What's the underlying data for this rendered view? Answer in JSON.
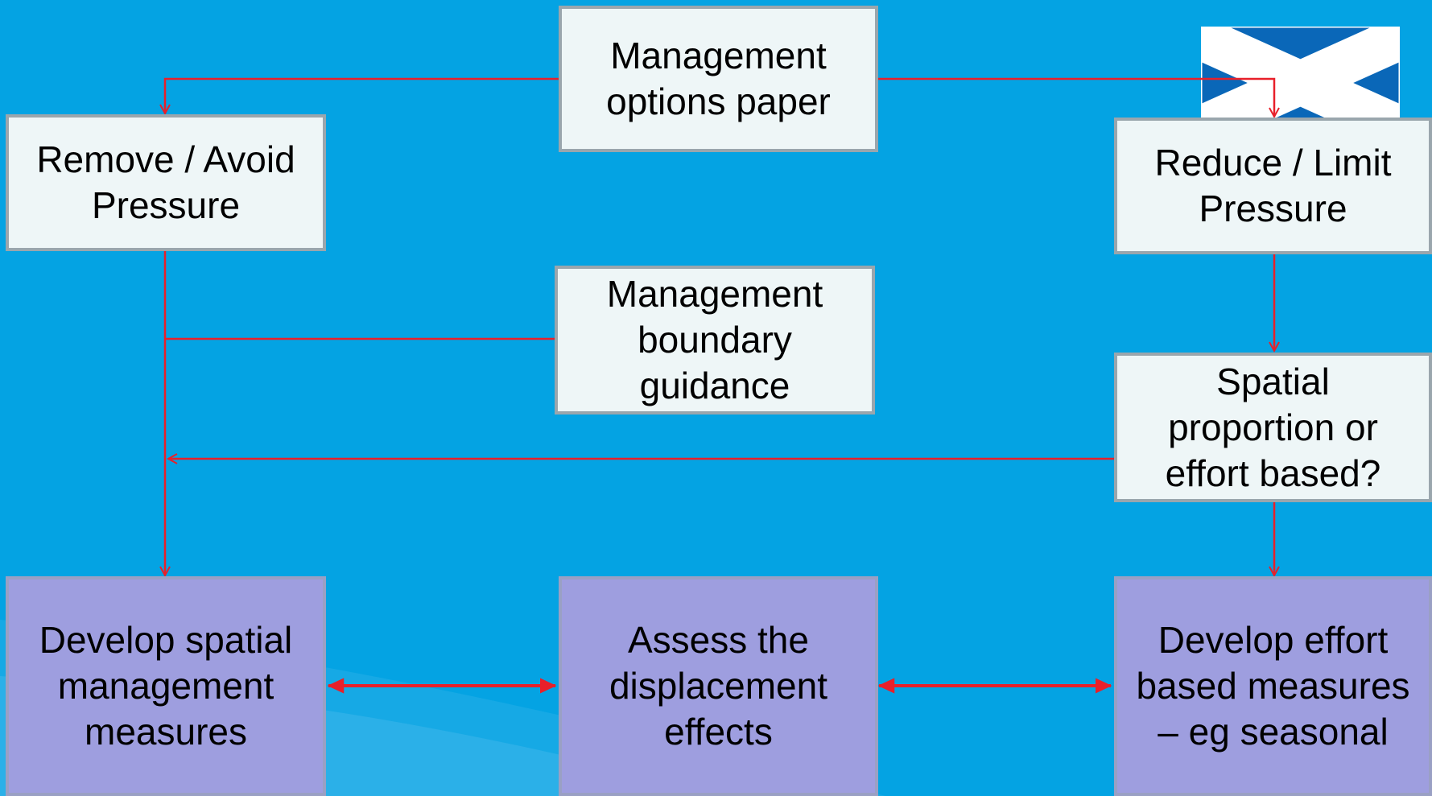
{
  "colors": {
    "background": "#04A3E3",
    "light_box": "#EEF6F7",
    "action_box": "#9E9EDF",
    "connector": "#E8202A"
  },
  "decor": {
    "flag_icon": "saltire-flag-icon"
  },
  "nodes": {
    "options_paper": "Management\noptions paper",
    "remove_avoid": "Remove / Avoid\nPressure",
    "reduce_limit": "Reduce / Limit\nPressure",
    "boundary_guidance": "Management\nboundary\nguidance",
    "spatial_or_effort": "Spatial\nproportion or\neffort based?",
    "develop_spatial": "Develop spatial\nmanagement\nmeasures",
    "assess_displacement": "Assess  the\ndisplacement\neffects",
    "develop_effort": "Develop effort\nbased measures\n– eg seasonal"
  }
}
